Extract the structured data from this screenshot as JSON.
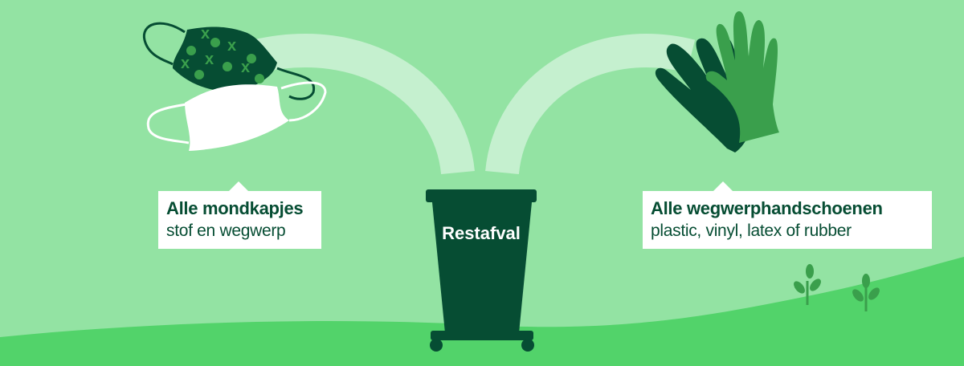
{
  "left_label": {
    "title": "Alle mondkapjes",
    "subtitle": "stof en wegwerp"
  },
  "right_label": {
    "title": "Alle wegwerphandschoenen",
    "subtitle": "plastic, vinyl, latex of rubber"
  },
  "bin": {
    "label": "Restafval"
  },
  "colors": {
    "background": "#93e3a3",
    "ground": "#52d36a",
    "dark": "#064d33",
    "mid": "#3a9f4c",
    "arc": "#c5f0cf"
  }
}
